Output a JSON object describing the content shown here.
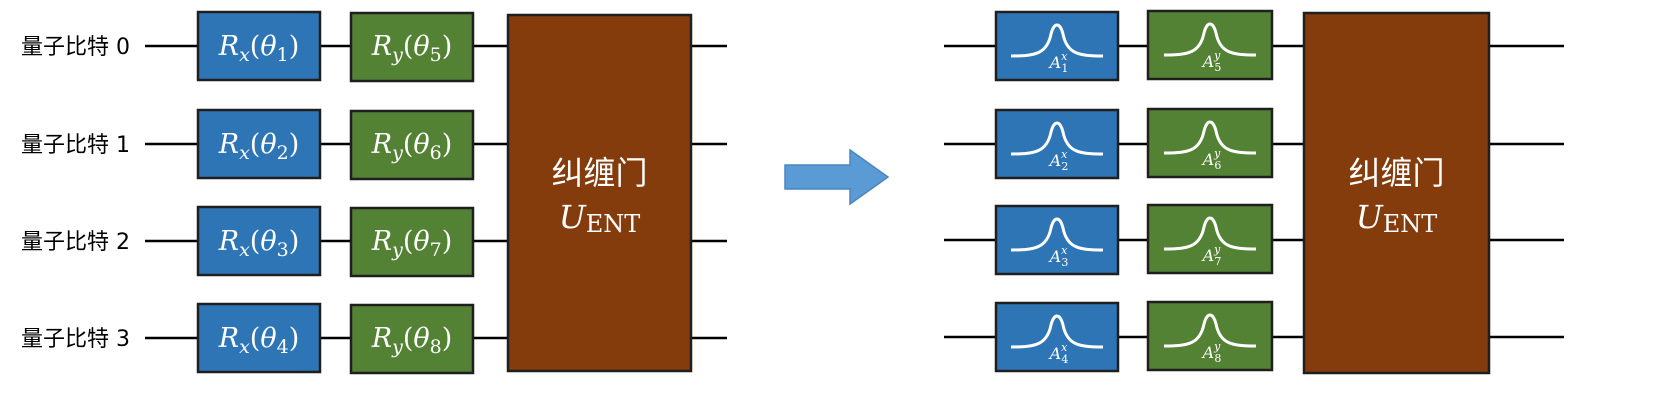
{
  "qubits": [
    "量子比特 0",
    "量子比特 1",
    "量子比特 2",
    "量子比特 3"
  ],
  "rx_gates": [
    {
      "base": "R",
      "sub": "x",
      "arg": "θ",
      "idx": "1"
    },
    {
      "base": "R",
      "sub": "x",
      "arg": "θ",
      "idx": "2"
    },
    {
      "base": "R",
      "sub": "x",
      "arg": "θ",
      "idx": "3"
    },
    {
      "base": "R",
      "sub": "x",
      "arg": "θ",
      "idx": "4"
    }
  ],
  "ry_gates": [
    {
      "base": "R",
      "sub": "y",
      "arg": "θ",
      "idx": "5"
    },
    {
      "base": "R",
      "sub": "y",
      "arg": "θ",
      "idx": "6"
    },
    {
      "base": "R",
      "sub": "y",
      "arg": "θ",
      "idx": "7"
    },
    {
      "base": "R",
      "sub": "y",
      "arg": "θ",
      "idx": "8"
    }
  ],
  "entangle": {
    "name": "纠缠门",
    "symbol": "U",
    "sub": "ENT"
  },
  "right_x_coeffs": [
    {
      "base": "A",
      "sup": "x",
      "sub": "1"
    },
    {
      "base": "A",
      "sup": "x",
      "sub": "2"
    },
    {
      "base": "A",
      "sup": "x",
      "sub": "3"
    },
    {
      "base": "A",
      "sup": "x",
      "sub": "4"
    }
  ],
  "right_y_coeffs": [
    {
      "base": "A",
      "sup": "y",
      "sub": "5"
    },
    {
      "base": "A",
      "sup": "y",
      "sub": "6"
    },
    {
      "base": "A",
      "sup": "y",
      "sub": "7"
    },
    {
      "base": "A",
      "sup": "y",
      "sub": "8"
    }
  ],
  "colors": {
    "rx": "#2e75b6",
    "ry": "#548235",
    "ent": "#843c0c",
    "arrow": "#5b9bd5"
  }
}
